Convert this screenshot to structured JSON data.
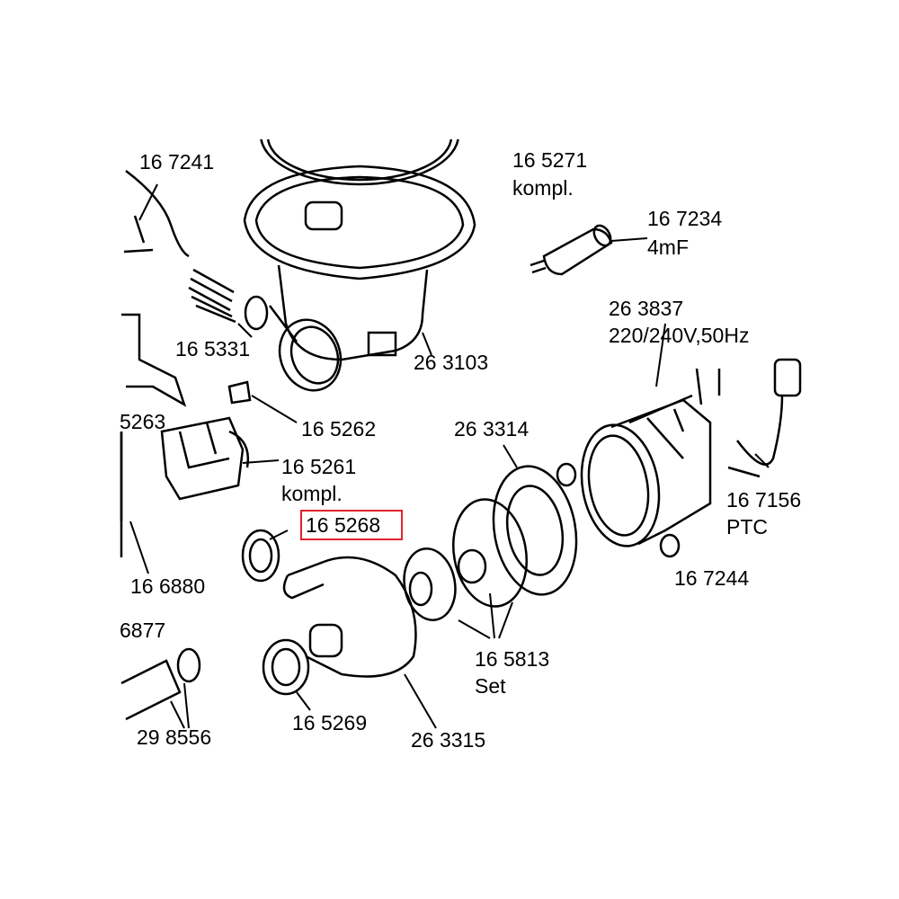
{
  "diagram": {
    "highlight_color": "#e0242a",
    "labels": {
      "l_167241": "16 7241",
      "l_165271": "16 5271",
      "l_165271_sub": "kompl.",
      "l_167234": "16 7234",
      "l_167234_sub": "4mF",
      "l_263837": "26 3837",
      "l_263837_sub": "220/240V,50Hz",
      "l_165331": "16 5331",
      "l_263103": "26 3103",
      "l_5263": "5263",
      "l_165262": "16 5262",
      "l_263314": "26 3314",
      "l_165261": "16 5261",
      "l_165261_sub": "kompl.",
      "l_167156": "16 7156",
      "l_167156_sub": "PTC",
      "l_165268": "16 5268",
      "l_166880": "16 6880",
      "l_167244": "16 7244",
      "l_6877": "6877",
      "l_165813": "16 5813",
      "l_165813_sub": "Set",
      "l_165269": "16 5269",
      "l_298556": "29 8556",
      "l_263315": "26 3315"
    }
  }
}
